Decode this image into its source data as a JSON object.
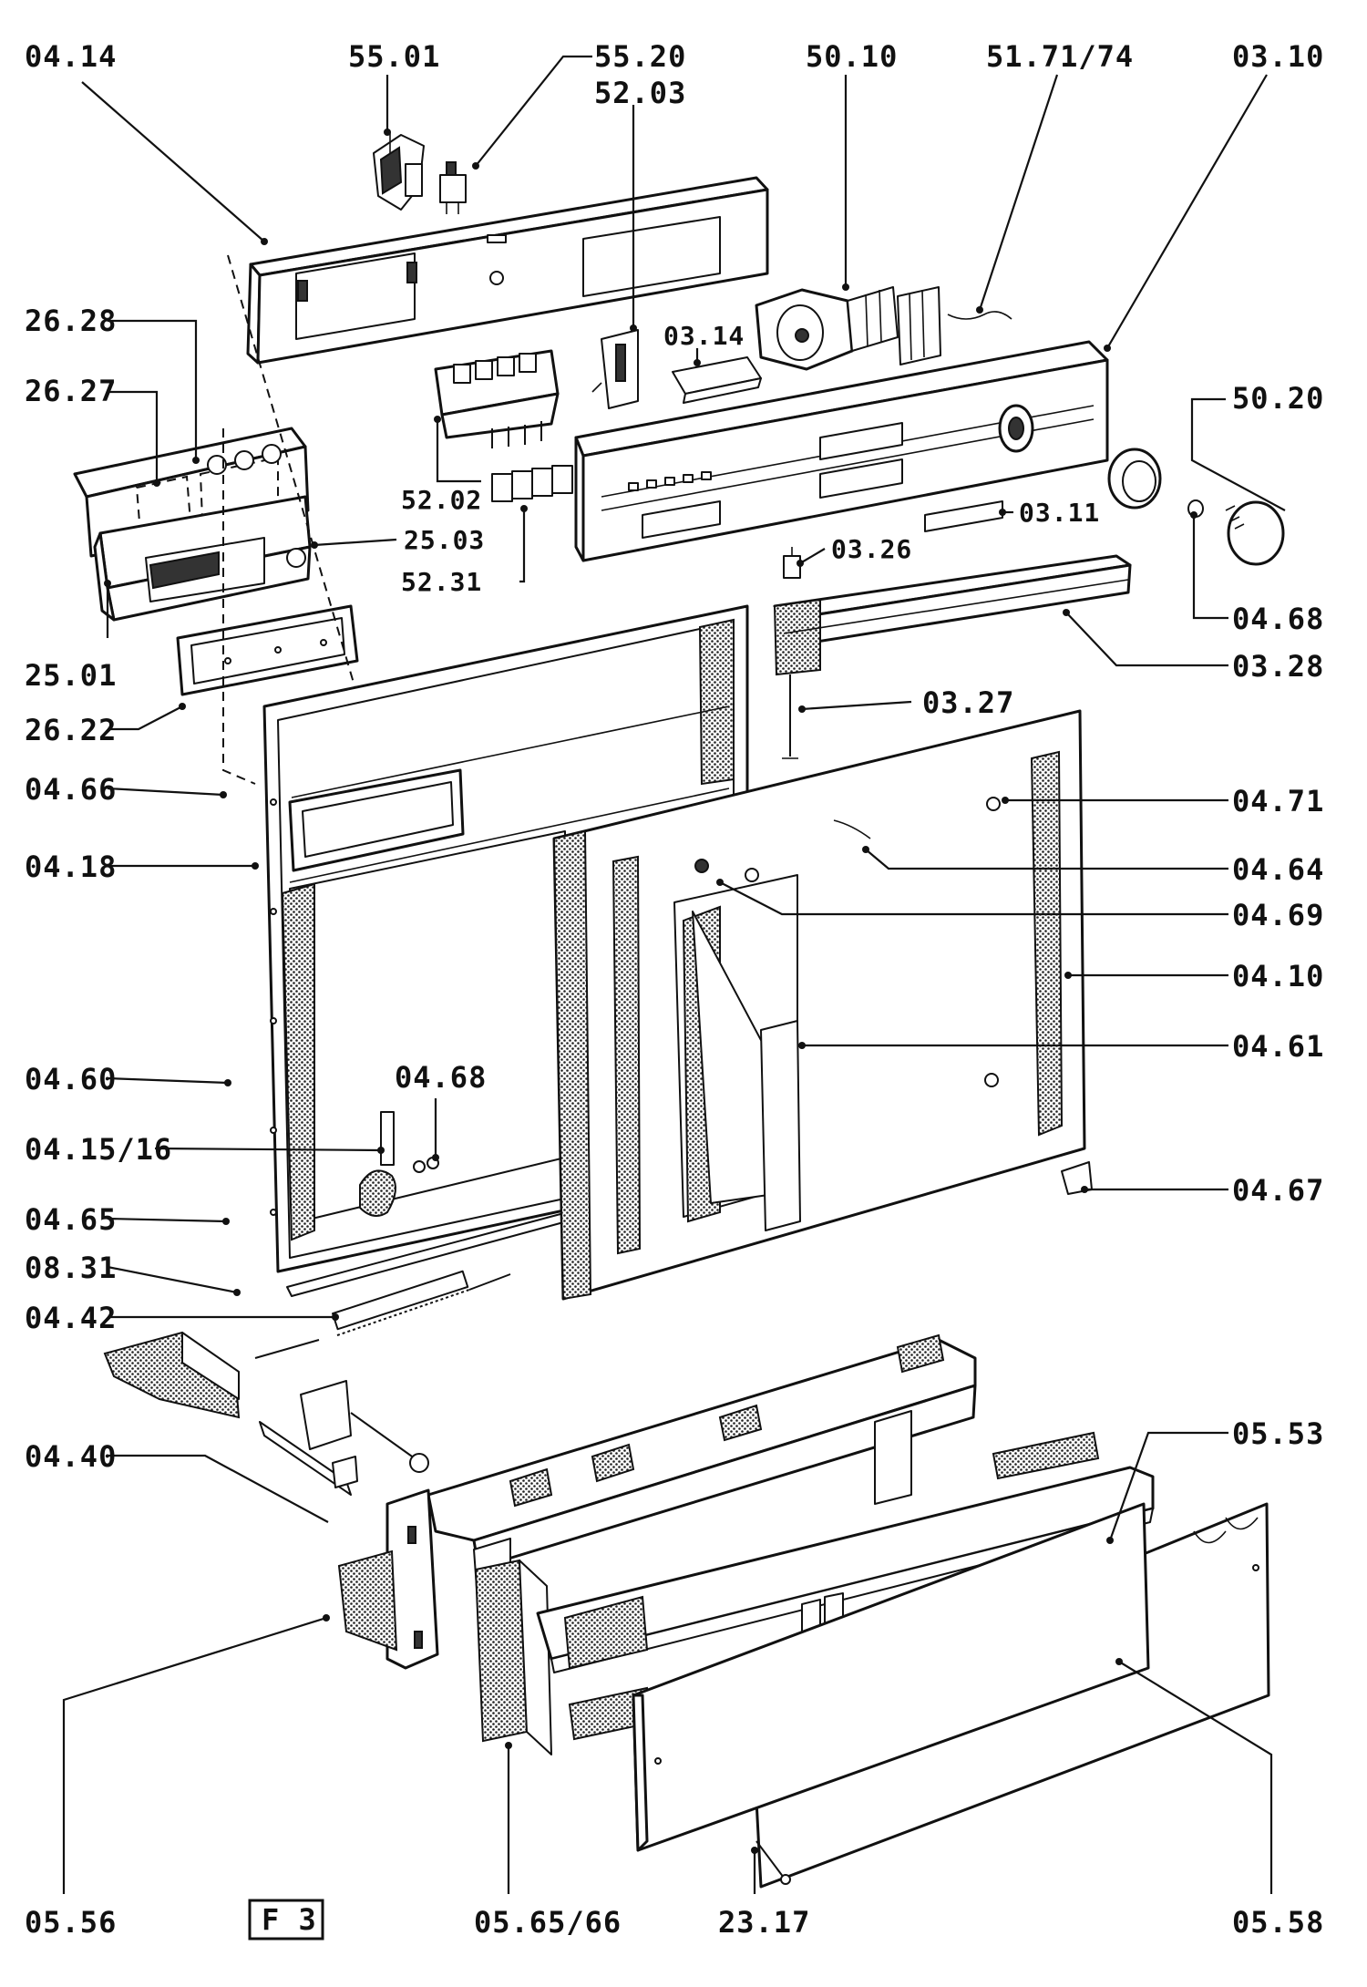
{
  "diagram": {
    "sheet_label": "F 3",
    "callouts": [
      {
        "id": "c0414",
        "text": "04.14"
      },
      {
        "id": "c5501",
        "text": "55.01"
      },
      {
        "id": "c5520",
        "text": "55.20"
      },
      {
        "id": "c5203",
        "text": "52.03"
      },
      {
        "id": "c5010",
        "text": "50.10"
      },
      {
        "id": "c5171",
        "text": "51.71/74"
      },
      {
        "id": "c0310",
        "text": "03.10"
      },
      {
        "id": "c2628",
        "text": "26.28"
      },
      {
        "id": "c2627",
        "text": "26.27"
      },
      {
        "id": "c0314",
        "text": "03.14"
      },
      {
        "id": "c5020",
        "text": "50.20"
      },
      {
        "id": "c5202",
        "text": "52.02"
      },
      {
        "id": "c0311",
        "text": "03.11"
      },
      {
        "id": "c2503",
        "text": "25.03"
      },
      {
        "id": "c0326",
        "text": "03.26"
      },
      {
        "id": "c5231",
        "text": "52.31"
      },
      {
        "id": "c0468a",
        "text": "04.68"
      },
      {
        "id": "c2501",
        "text": "25.01"
      },
      {
        "id": "c0328",
        "text": "03.28"
      },
      {
        "id": "c2622",
        "text": "26.22"
      },
      {
        "id": "c0327",
        "text": "03.27"
      },
      {
        "id": "c0466",
        "text": "04.66"
      },
      {
        "id": "c0471",
        "text": "04.71"
      },
      {
        "id": "c0418",
        "text": "04.18"
      },
      {
        "id": "c0464",
        "text": "04.64"
      },
      {
        "id": "c0469",
        "text": "04.69"
      },
      {
        "id": "c0410",
        "text": "04.10"
      },
      {
        "id": "c0461",
        "text": "04.61"
      },
      {
        "id": "c0460",
        "text": "04.60"
      },
      {
        "id": "c0468b",
        "text": "04.68"
      },
      {
        "id": "c0415",
        "text": "04.15/16"
      },
      {
        "id": "c0467",
        "text": "04.67"
      },
      {
        "id": "c0465",
        "text": "04.65"
      },
      {
        "id": "c0831",
        "text": "08.31"
      },
      {
        "id": "c0442",
        "text": "04.42"
      },
      {
        "id": "c0440",
        "text": "04.40"
      },
      {
        "id": "c0553",
        "text": "05.53"
      },
      {
        "id": "c0556",
        "text": "05.56"
      },
      {
        "id": "c0565",
        "text": "05.65/66"
      },
      {
        "id": "c2317",
        "text": "23.17"
      },
      {
        "id": "c0558",
        "text": "05.58"
      }
    ]
  }
}
